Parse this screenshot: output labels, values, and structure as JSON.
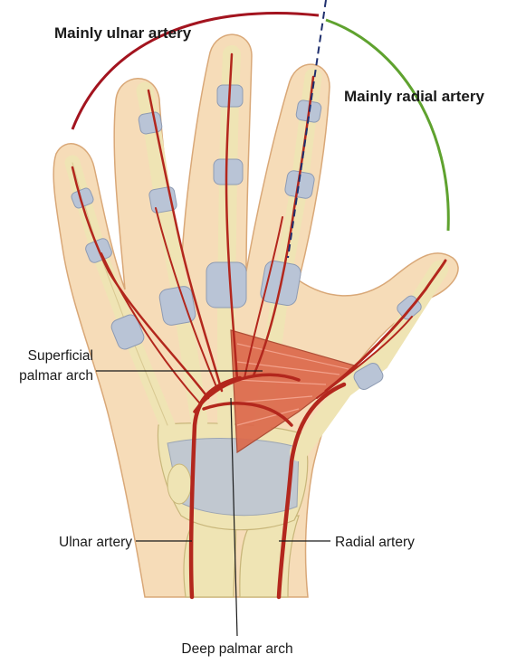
{
  "labels": {
    "ulnar_region": "Mainly ulnar artery",
    "radial_region": "Mainly radial artery",
    "superficial_arch_line1": "Superficial",
    "superficial_arch_line2": "palmar arch",
    "ulnar_artery": "Ulnar artery",
    "radial_artery": "Radial artery",
    "deep_arch": "Deep palmar arch"
  },
  "colors": {
    "ulnar_arc": "#a3141f",
    "radial_arc": "#5fa22f",
    "divider": "#1f2f6e",
    "skin": "#f6dcb8",
    "skin_outline": "#d9a878",
    "bone": "#efe4b4",
    "bone_outline": "#c8b67a",
    "ligament": "#b9c4d6",
    "artery": "#b3271d",
    "muscle": "#dc6a4c"
  }
}
